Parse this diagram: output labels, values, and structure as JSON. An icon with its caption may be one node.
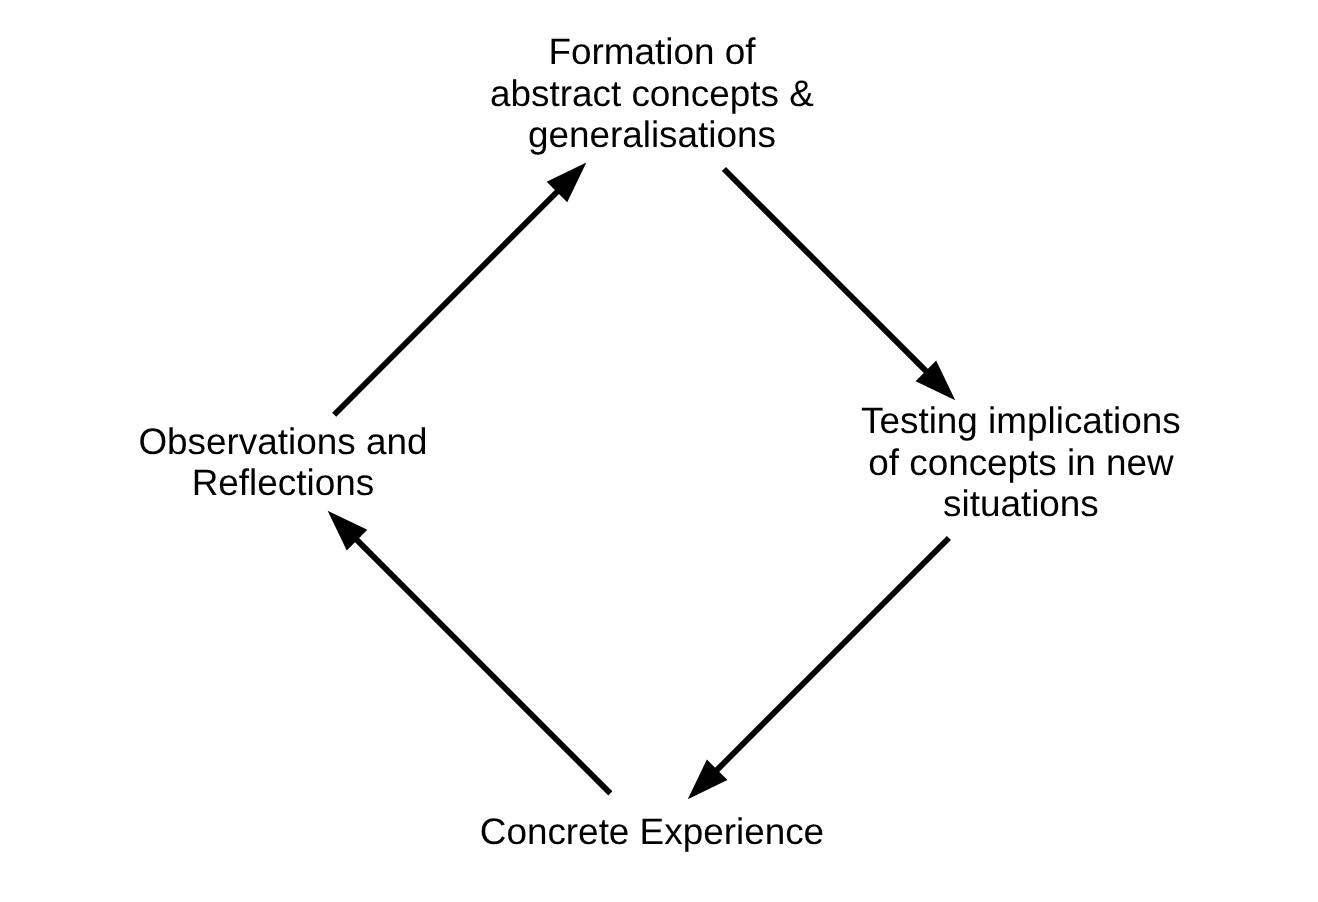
{
  "diagram": {
    "nodes": [
      {
        "text": [
          "Concrete Experience"
        ]
      },
      {
        "text": [
          "Observations and Reflections"
        ]
      },
      {
        "text": [
          "Formation of abstract concepts & generalisations"
        ]
      },
      {
        "text": [
          "Testing implications of concepts in new situations"
        ]
      }
    ],
    "edges": [
      {
        "from": 0,
        "to": 1,
        "arrow": "to"
      },
      {
        "from": 1,
        "to": 2,
        "arrow": "to"
      },
      {
        "from": 2,
        "to": 3,
        "arrow": "to"
      },
      {
        "from": 3,
        "to": 0,
        "arrow": "to"
      }
    ]
  }
}
